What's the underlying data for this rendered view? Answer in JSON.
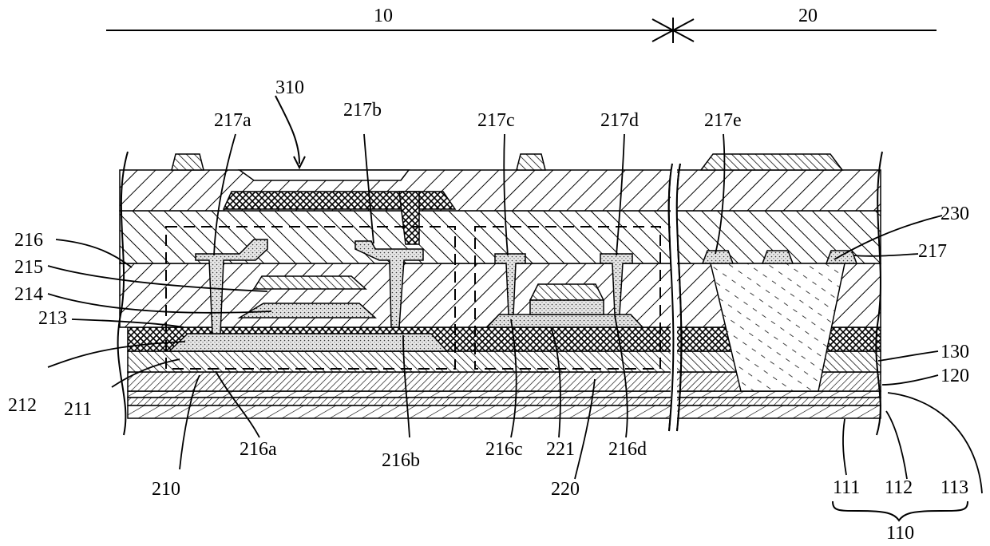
{
  "regions": {
    "left": "10",
    "right": "20"
  },
  "arrow_label": "310",
  "labels": {
    "l217a": "217a",
    "l217b": "217b",
    "l217c": "217c",
    "l217d": "217d",
    "l217e": "217e",
    "l216": "216",
    "l215": "215",
    "l214": "214",
    "l213": "213",
    "l212": "212",
    "l211": "211",
    "l210": "210",
    "l216a": "216a",
    "l216b": "216b",
    "l216c": "216c",
    "l216d": "216d",
    "l221": "221",
    "l220": "220",
    "l230": "230",
    "l217": "217",
    "l130": "130",
    "l120": "120",
    "l111": "111",
    "l112": "112",
    "l113": "113",
    "l110": "110"
  }
}
